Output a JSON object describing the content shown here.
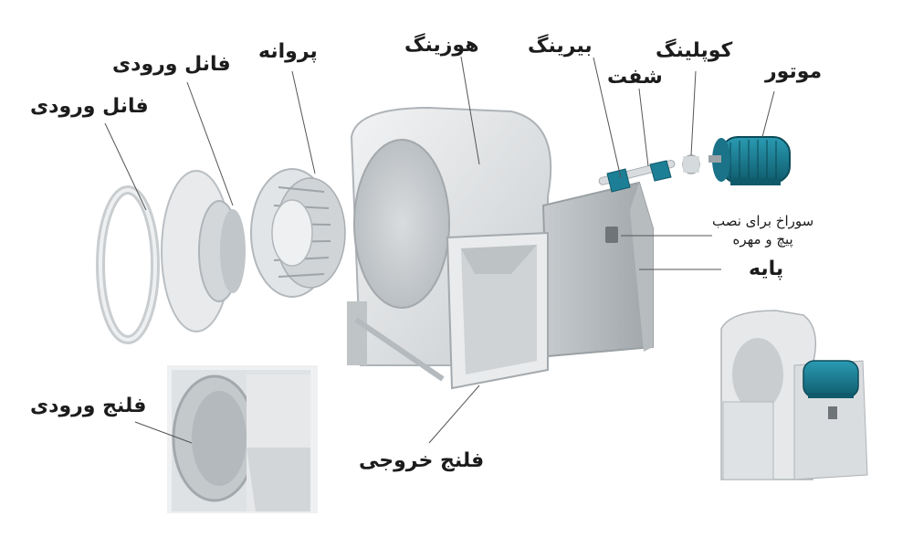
{
  "labels": {
    "motor": "موتور",
    "coupling": "کوپلینگ",
    "shaft": "شفت",
    "bearing": "بیرینگ",
    "housing": "هوزینگ",
    "impeller": "پروانه",
    "inlet_funnel_top": "فانل ورودی",
    "inlet_funnel_left": "فانل ورودی",
    "mount_hole_line1": "سوراخ برای نصب",
    "mount_hole_line2": "پیچ و مهره",
    "base": "پایه",
    "inlet_flange": "فلنج ورودی",
    "outlet_flange": "فلنج خروجی"
  },
  "colors": {
    "part_light": "#e4e6e8",
    "part_mid": "#cfd3d6",
    "part_dark": "#aeb3b7",
    "motor": "#1c7f95",
    "motor_dark": "#115a6b",
    "leader": "#555555",
    "text": "#1c1c1c"
  }
}
